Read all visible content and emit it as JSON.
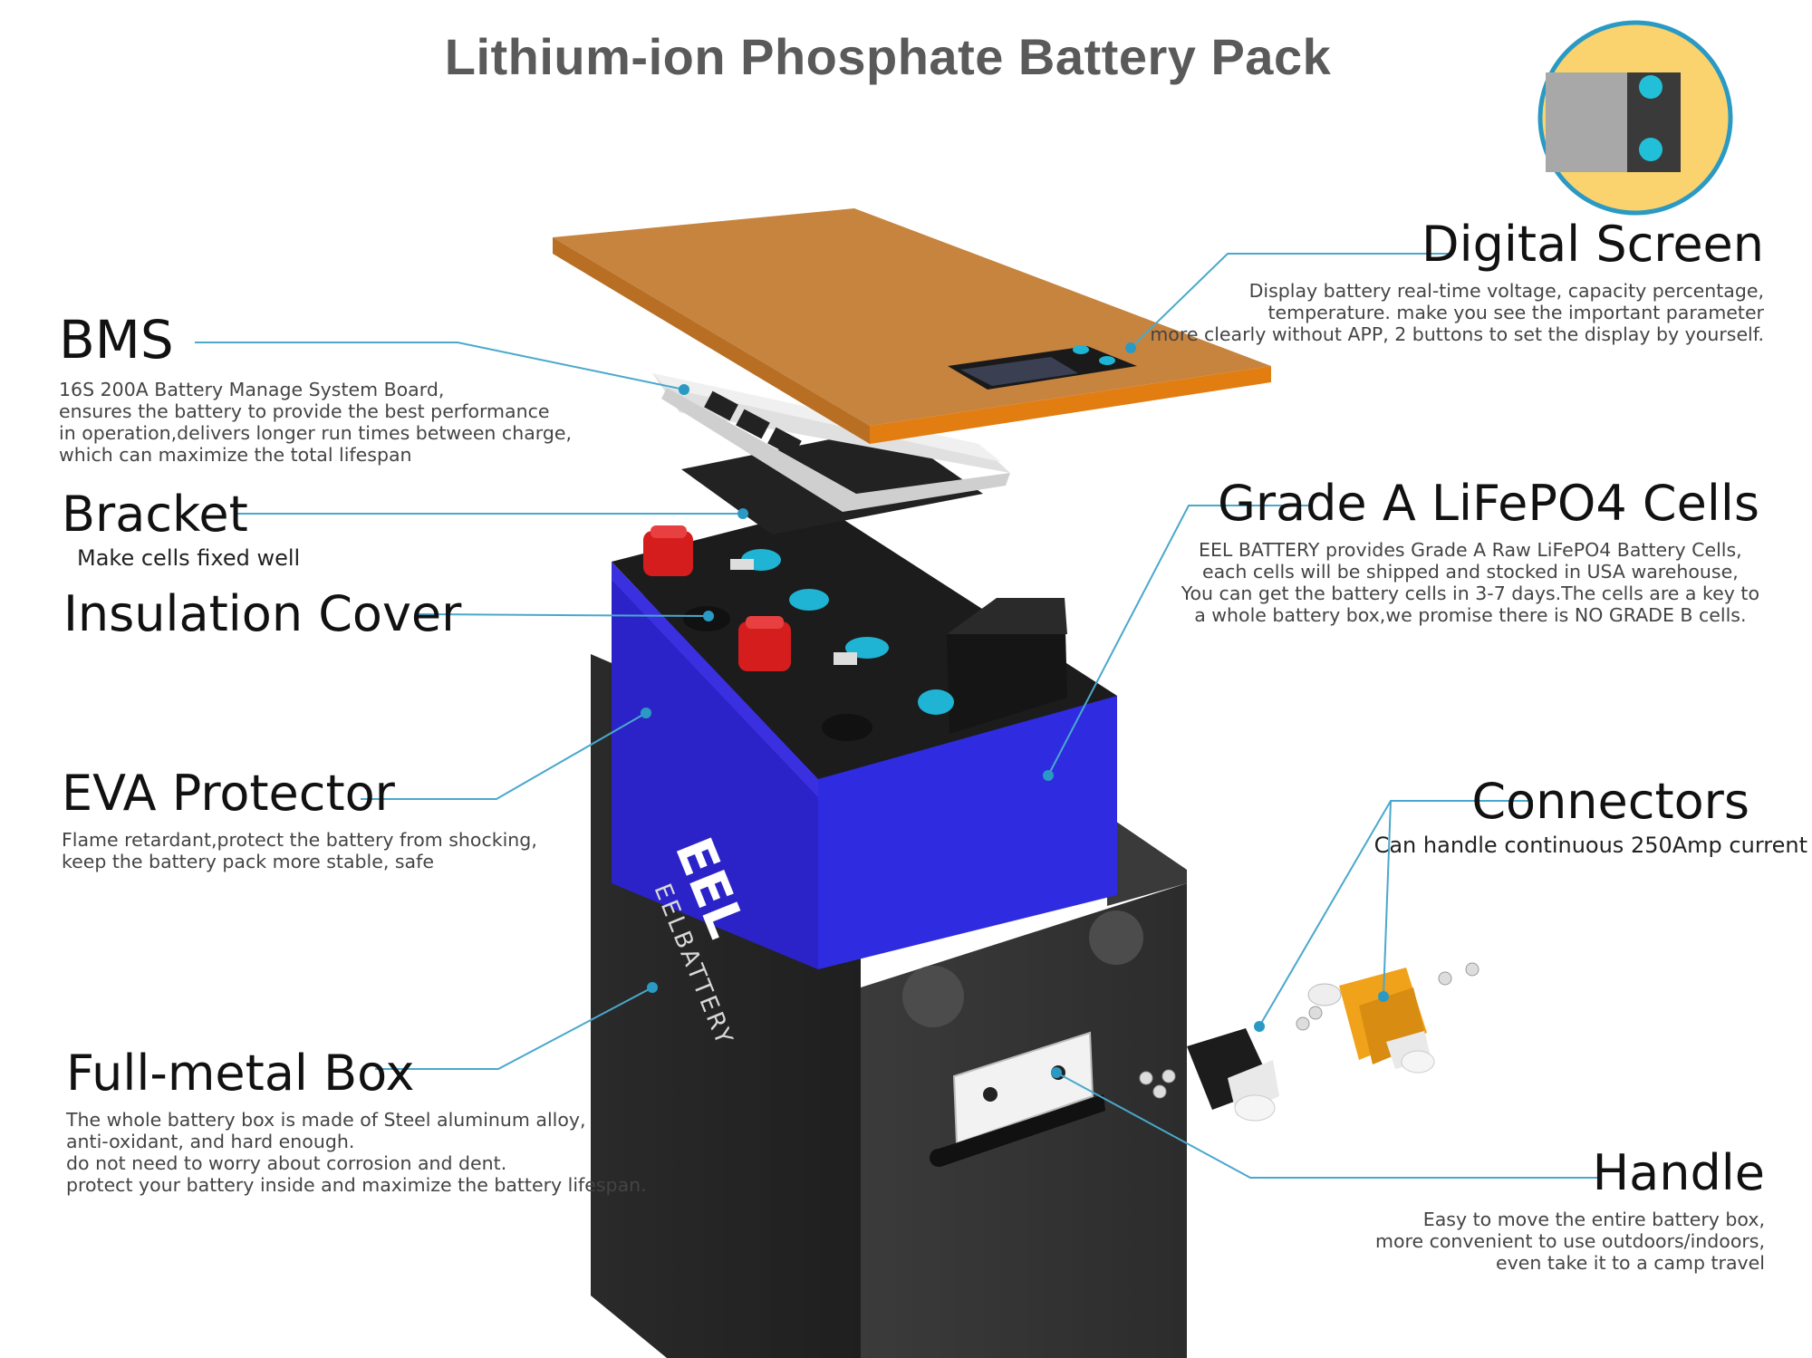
{
  "title": "Lithium-ion Phosphate Battery Pack",
  "brand": {
    "logo_text": "EEL",
    "box_text": "EELBATTERY"
  },
  "colors": {
    "accent_line": "#4aa8cc",
    "lid": "#c8843e",
    "cells": "#2a28d8",
    "box": "#2b2b2b",
    "terminal": "#d81f1f",
    "connector": "#f0a21a"
  },
  "components": {
    "bms": {
      "title": "BMS",
      "desc": "16S 200A Battery Manage System Board,\nensures the battery to provide the best performance\nin operation,delivers longer run times between charge,\nwhich can maximize the total lifespan"
    },
    "bracket": {
      "title": "Bracket",
      "subtitle": "Make cells fixed well"
    },
    "insulation": {
      "title": "Insulation Cover"
    },
    "eva": {
      "title": "EVA Protector",
      "desc": "Flame retardant,protect the battery from shocking,\nkeep the battery pack more stable, safe"
    },
    "box": {
      "title": "Full-metal Box",
      "desc": "The whole battery box is made of Steel aluminum alloy,\nanti-oxidant, and hard enough.\ndo not need to worry about corrosion and dent.\nprotect your battery inside and maximize the battery lifespan."
    },
    "screen": {
      "title": "Digital Screen",
      "desc": "Display battery real-time voltage, capacity percentage,\ntemperature. make you see the important parameter\nmore clearly without APP, 2 buttons to set the display by yourself."
    },
    "cells": {
      "title": "Grade A LiFePO4 Cells",
      "desc": "EEL BATTERY provides Grade A Raw LiFePO4 Battery Cells,\neach cells will be shipped and stocked in USA warehouse,\nYou can get the battery cells in 3-7 days.The cells are a key to\na whole battery box,we promise there is NO GRADE B cells."
    },
    "connectors": {
      "title": "Connectors",
      "subtitle": "Can handle continuous 250Amp current"
    },
    "handle": {
      "title": "Handle",
      "desc": "Easy to move the entire battery box,\nmore convenient to use outdoors/indoors,\neven take it to a camp travel"
    }
  }
}
